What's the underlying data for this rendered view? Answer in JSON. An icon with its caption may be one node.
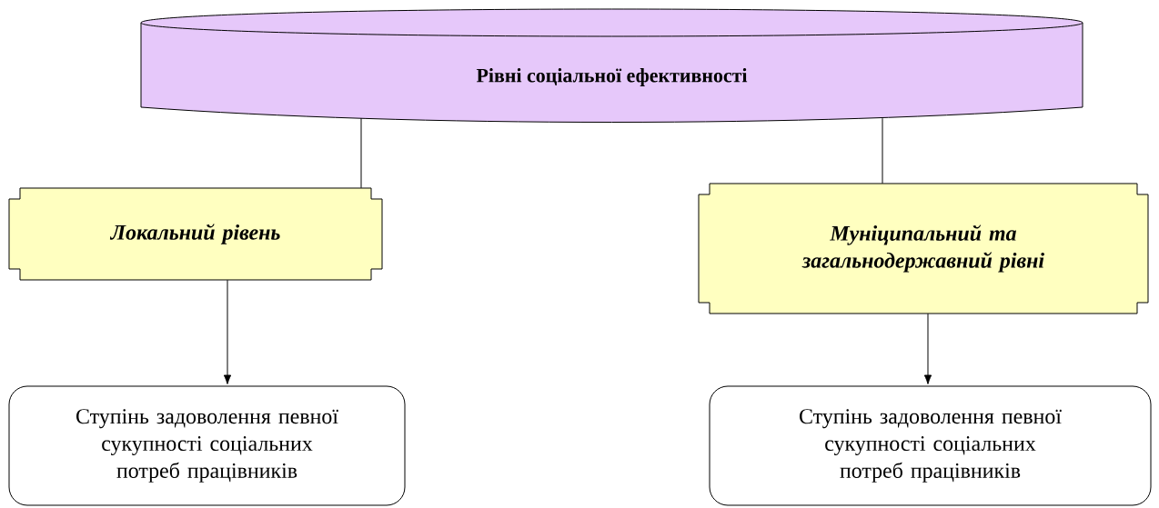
{
  "diagram": {
    "nodes": [
      {
        "text": [
          "Рівні соціальної ефективності"
        ]
      },
      {
        "text": [
          "Локальний рівень"
        ]
      },
      {
        "text": [
          "Муніципальний та загальнодержавний рівні"
        ]
      },
      {
        "text": [
          "Ступінь задоволення певної сукупності соціальних потреб працівників"
        ]
      },
      {
        "text": [
          "Ступінь задоволення певної сукупності соціальних потреб працівників"
        ]
      }
    ],
    "edges": [
      {
        "from": 0,
        "to": 1,
        "arrow": "none"
      },
      {
        "from": 0,
        "to": 2,
        "arrow": "none"
      },
      {
        "from": 1,
        "to": 3,
        "arrow": "to"
      },
      {
        "from": 2,
        "to": 4,
        "arrow": "to"
      }
    ]
  }
}
